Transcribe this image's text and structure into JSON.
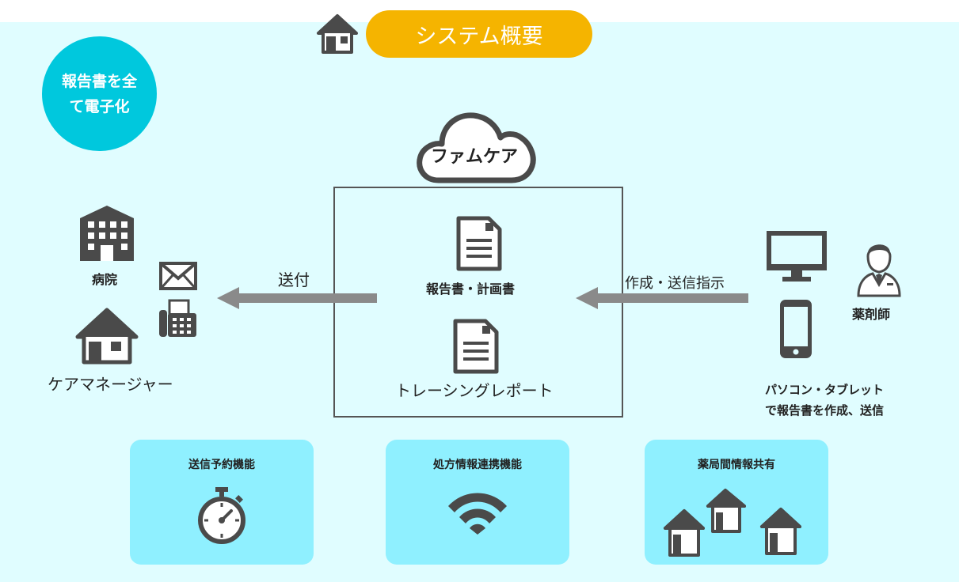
{
  "title": "システム概要",
  "badge": {
    "line1": "報告書を全",
    "line2": "て電子化"
  },
  "cloud_label": "ファムケア",
  "center": {
    "doc1_label": "報告書・計画書",
    "doc2_label": "トレーシングレポート"
  },
  "left": {
    "hospital_label": "病院",
    "care_manager_label": "ケアマネージャー",
    "send_label": "送付"
  },
  "right": {
    "arrow_label": "作成・送信指示",
    "pharmacist_label": "薬剤師",
    "device_caption_line1": "パソコン・タブレット",
    "device_caption_line2": "で報告書を作成、送信"
  },
  "features": [
    {
      "title": "送信予約機能",
      "icon": "stopwatch-icon"
    },
    {
      "title": "処方情報連携機能",
      "icon": "wifi-icon"
    },
    {
      "title": "薬局間情報共有",
      "icon": "houses-icon"
    }
  ],
  "colors": {
    "background": "#e0fdff",
    "title_pill": "#f5b400",
    "badge": "#00c8dd",
    "card": "#8ff0ff",
    "arrow": "#8a8a8a",
    "icon": "#4a4a4a"
  }
}
